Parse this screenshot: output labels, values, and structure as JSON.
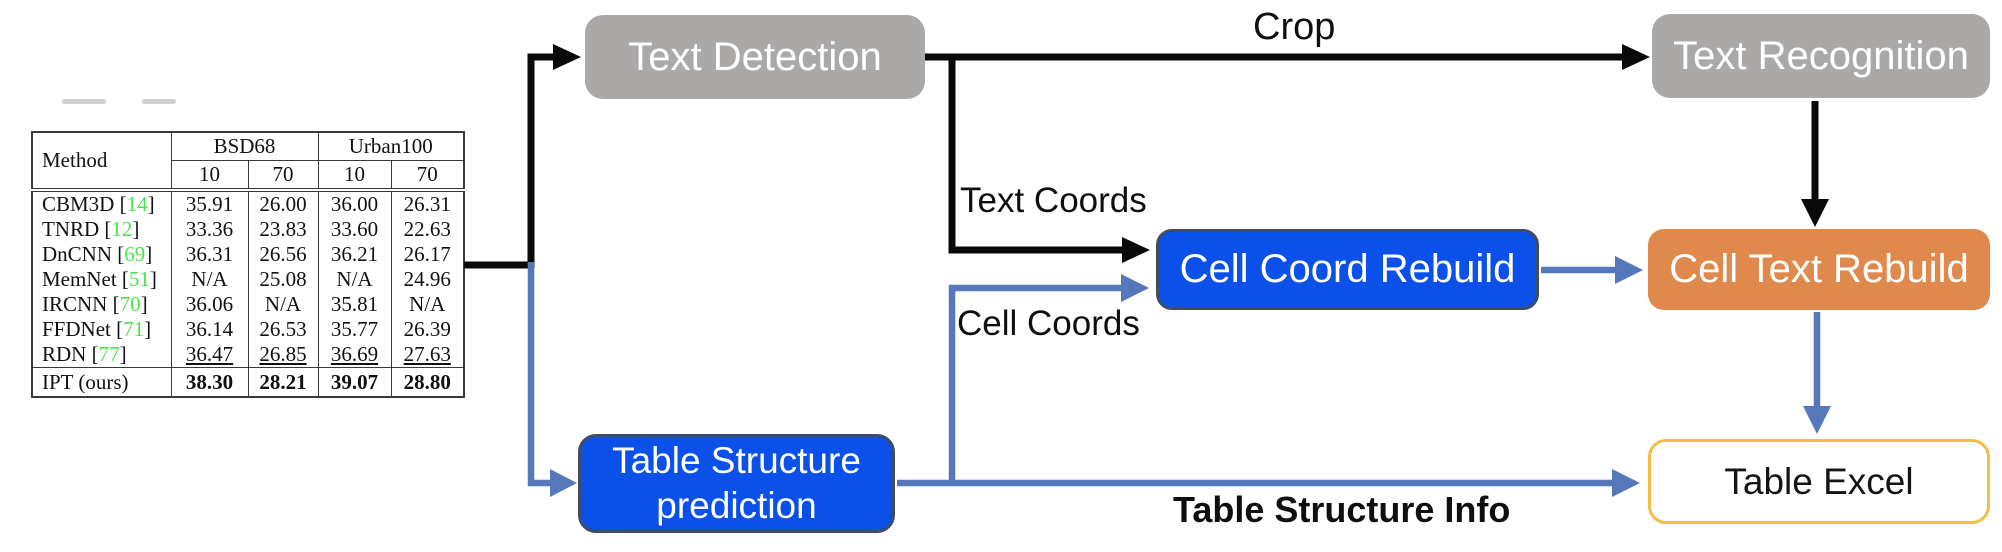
{
  "diagram": {
    "boxes": {
      "text_detection": {
        "label": "Text Detection"
      },
      "text_recognition": {
        "label": "Text Recognition"
      },
      "cell_coord_rebuild": {
        "label": "Cell Coord Rebuild"
      },
      "cell_text_rebuild": {
        "label": "Cell Text Rebuild"
      },
      "table_structure_prediction": {
        "label": "Table Structure prediction"
      },
      "table_excel": {
        "label": "Table Excel"
      }
    },
    "edge_labels": {
      "crop": "Crop",
      "text_coords": "Text Coords",
      "cell_coords": "Cell Coords",
      "table_structure_info": "Table Structure Info"
    },
    "colors": {
      "box_gray": "#aba8a8",
      "box_blue": "#0b50e8",
      "box_orange": "#e0894c",
      "table_excel_border": "#f2be45",
      "arrow_black": "#0a0a0a",
      "arrow_blue": "#5578ba",
      "cite_green": "#4ce44c"
    }
  },
  "table": {
    "bracket_open": "[",
    "bracket_close": "]",
    "header": {
      "method": "Method",
      "group1": "BSD68",
      "group2": "Urban100",
      "sub": [
        "10",
        "70",
        "10",
        "70"
      ]
    },
    "rows": [
      {
        "name": "CBM3D",
        "cite": "14",
        "values": [
          "35.91",
          "26.00",
          "36.00",
          "26.31"
        ],
        "style": "normal"
      },
      {
        "name": "TNRD",
        "cite": "12",
        "values": [
          "33.36",
          "23.83",
          "33.60",
          "22.63"
        ],
        "style": "normal"
      },
      {
        "name": "DnCNN",
        "cite": "69",
        "values": [
          "36.31",
          "26.56",
          "36.21",
          "26.17"
        ],
        "style": "normal"
      },
      {
        "name": "MemNet",
        "cite": "51",
        "values": [
          "N/A",
          "25.08",
          "N/A",
          "24.96"
        ],
        "style": "normal"
      },
      {
        "name": "IRCNN",
        "cite": "70",
        "values": [
          "36.06",
          "N/A",
          "35.81",
          "N/A"
        ],
        "style": "normal"
      },
      {
        "name": "FFDNet",
        "cite": "71",
        "values": [
          "36.14",
          "26.53",
          "35.77",
          "26.39"
        ],
        "style": "normal"
      },
      {
        "name": "RDN",
        "cite": "77",
        "values": [
          "36.47",
          "26.85",
          "36.69",
          "27.63"
        ],
        "style": "underline"
      },
      {
        "name": "IPT (ours)",
        "cite": null,
        "values": [
          "38.30",
          "28.21",
          "39.07",
          "28.80"
        ],
        "style": "bold"
      }
    ]
  }
}
